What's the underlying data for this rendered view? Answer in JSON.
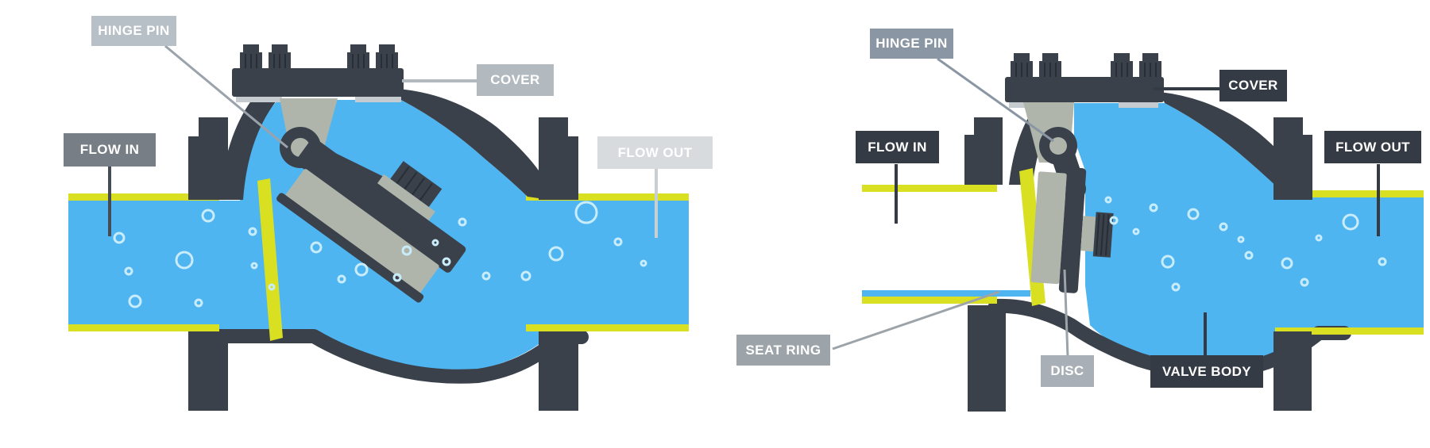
{
  "figure": {
    "type": "technical-diagram",
    "subject": "swing check valve cross-sections (open / flowing and closed states)"
  },
  "colors": {
    "bg": "#ffffff",
    "dark": "#3A414B",
    "dark-label": "#343B44",
    "water": "#4FB5F0",
    "bubble": "#C9ECFB",
    "yellow": "#D9E021",
    "metal": "#AFB5AB",
    "gasket": "#C6CBD0",
    "rib": "#272E36",
    "label-hinge-left": "#B7BFC7",
    "label-cover-left": "#B2B9BF",
    "label-flowin-left": "#777E85",
    "label-flowout-left": "#D7DBDE",
    "label-hinge-right": "#8A96A3",
    "label-seat-right": "#9CA3A9",
    "label-disc-right": "#A8AFB6",
    "leader-gray": "#9AA2AB",
    "leader-light": "#C9CED2",
    "leader-dark": "#454C54"
  },
  "diagrams": [
    {
      "id": "valve-open",
      "state": "open",
      "labels": {
        "hinge_pin": "HINGE PIN",
        "cover": "COVER",
        "flow_in": "FLOW IN",
        "flow_out": "FLOW OUT"
      }
    },
    {
      "id": "valve-closed",
      "state": "closed",
      "labels": {
        "hinge_pin": "HINGE PIN",
        "cover": "COVER",
        "flow_in": "FLOW IN",
        "flow_out": "FLOW OUT",
        "seat_ring": "SEAT RING",
        "disc": "DISC",
        "valve_body": "VALVE BODY"
      }
    }
  ]
}
